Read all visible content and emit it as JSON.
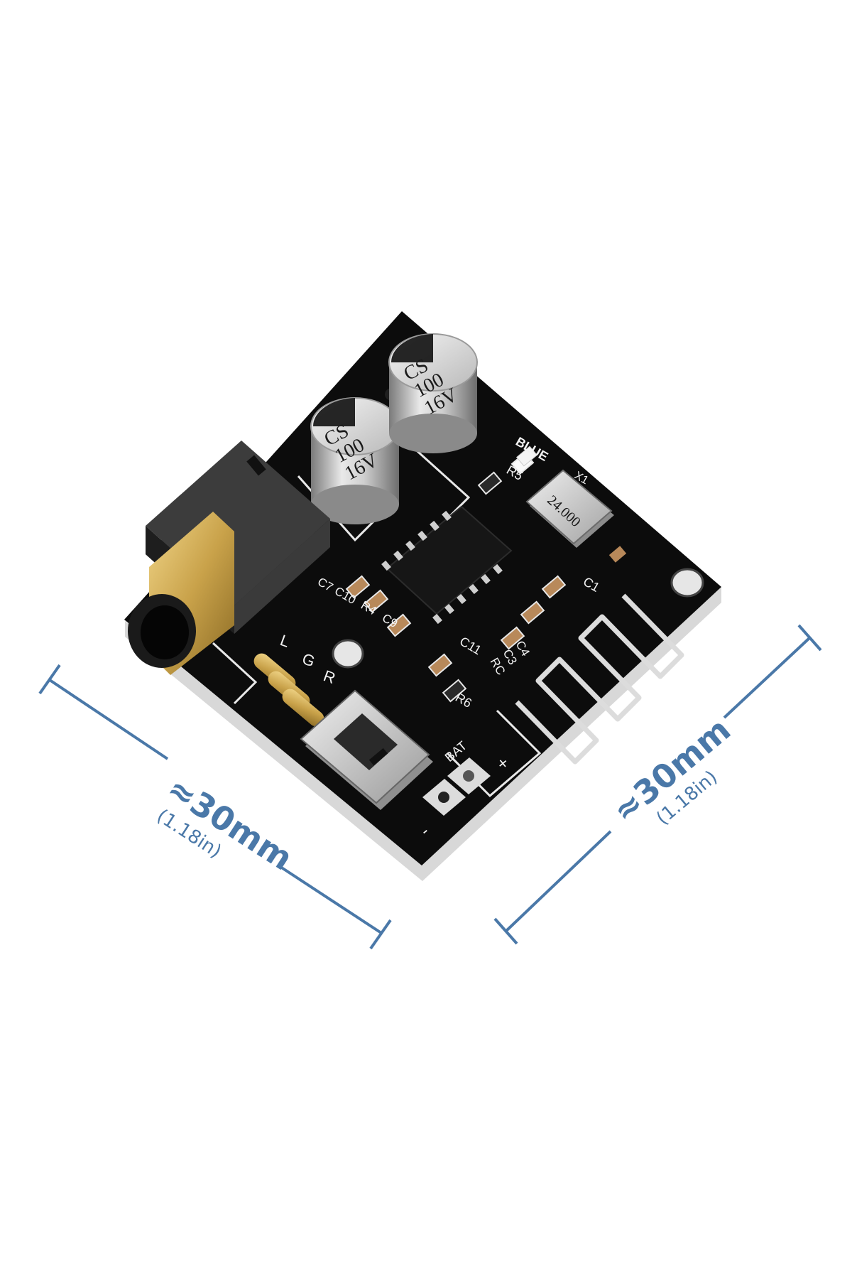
{
  "colors": {
    "dimension_line": "#4a78a8",
    "pcb": "#0c0c0c",
    "silkscreen": "#f2f2f2",
    "gold_contacts": "#c9a24a"
  },
  "dimensions": {
    "width": {
      "value": "≈30mm",
      "imperial": "(1.18in)"
    },
    "depth": {
      "value": "≈30mm",
      "imperial": "(1.18in)"
    }
  },
  "capacitors": [
    {
      "brand": "CS",
      "value": "100",
      "voltage": "16V"
    },
    {
      "brand": "CS",
      "value": "100",
      "voltage": "16V"
    }
  ],
  "crystal": {
    "marking": "24.000"
  },
  "silkscreen": {
    "led": "BLUE",
    "crystal_ref": "X1",
    "r5": "R5",
    "r6": "R6",
    "c1": "C1",
    "c11": "C11",
    "c7": "C7",
    "c10": "C10",
    "r4": "R4",
    "c9": "C9",
    "rc": "RC",
    "c3": "C3",
    "c4": "C4",
    "audio_l": "L",
    "audio_g": "G",
    "audio_r": "R",
    "battery": "BAT",
    "plus": "+",
    "minus": "-"
  }
}
